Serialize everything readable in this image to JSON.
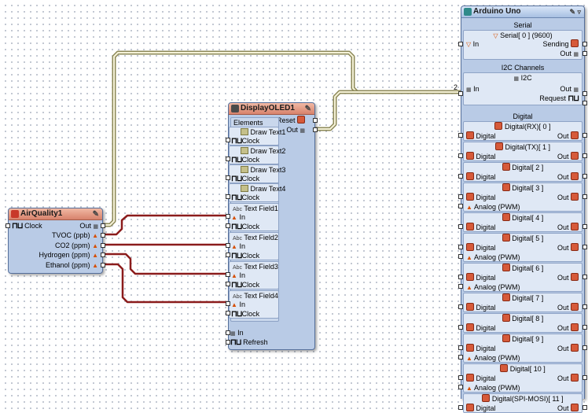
{
  "air_quality": {
    "title": "AirQuality1",
    "inputs": [
      "Clock"
    ],
    "outputs": [
      "Out",
      "TVOC (ppb)",
      "CO2 (ppm)",
      "Hydrogen (ppm)",
      "Ethanol (ppm)"
    ]
  },
  "display": {
    "title": "DisplayOLED1",
    "reset_label": "Reset",
    "out_label": "Out",
    "elements_label": "Elements",
    "draw_texts": [
      {
        "name": "Draw Text1",
        "clock": "Clock"
      },
      {
        "name": "Draw Text2",
        "clock": "Clock"
      },
      {
        "name": "Draw Text3",
        "clock": "Clock"
      },
      {
        "name": "Draw Text4",
        "clock": "Clock"
      }
    ],
    "text_fields": [
      {
        "name": "Text Field1",
        "in": "In",
        "clock": "Clock"
      },
      {
        "name": "Text Field2",
        "in": "In",
        "clock": "Clock"
      },
      {
        "name": "Text Field3",
        "in": "In",
        "clock": "Clock"
      },
      {
        "name": "Text Field4",
        "in": "In",
        "clock": "Clock"
      }
    ],
    "in_label": "In",
    "refresh_label": "Refresh"
  },
  "arduino": {
    "title": "Arduino Uno",
    "serial": {
      "header": "Serial",
      "channel": "Serial[ 0 ] (9600)",
      "in": "In",
      "sending": "Sending",
      "out": "Out"
    },
    "i2c": {
      "header": "I2C Channels",
      "channel": "I2C",
      "in": "In",
      "out": "Out",
      "request": "Request",
      "wire_count": "2"
    },
    "digital": {
      "header": "Digital",
      "channels": [
        {
          "name": "Digital(RX)[ 0 ]",
          "in": "Digital",
          "out": "Out",
          "analog": ""
        },
        {
          "name": "Digital(TX)[ 1 ]",
          "in": "Digital",
          "out": "Out",
          "analog": ""
        },
        {
          "name": "Digital[ 2 ]",
          "in": "Digital",
          "out": "Out",
          "analog": ""
        },
        {
          "name": "Digital[ 3 ]",
          "in": "Digital",
          "out": "Out",
          "analog": "Analog (PWM)"
        },
        {
          "name": "Digital[ 4 ]",
          "in": "Digital",
          "out": "Out",
          "analog": ""
        },
        {
          "name": "Digital[ 5 ]",
          "in": "Digital",
          "out": "Out",
          "analog": "Analog (PWM)"
        },
        {
          "name": "Digital[ 6 ]",
          "in": "Digital",
          "out": "Out",
          "analog": "Analog (PWM)"
        },
        {
          "name": "Digital[ 7 ]",
          "in": "Digital",
          "out": "Out",
          "analog": ""
        },
        {
          "name": "Digital[ 8 ]",
          "in": "Digital",
          "out": "Out",
          "analog": ""
        },
        {
          "name": "Digital[ 9 ]",
          "in": "Digital",
          "out": "Out",
          "analog": "Analog (PWM)"
        },
        {
          "name": "Digital[ 10 ]",
          "in": "Digital",
          "out": "Out",
          "analog": "Analog (PWM)"
        },
        {
          "name": "Digital(SPI-MOSI)[ 11 ]",
          "in": "Digital",
          "out": "Out",
          "analog": ""
        }
      ]
    }
  },
  "colors": {
    "analog_wire": "#8b1c1c",
    "i2c_wire": "#b5b07a",
    "component_body": "#b9cbe6",
    "title_bar": "#e39a84"
  }
}
